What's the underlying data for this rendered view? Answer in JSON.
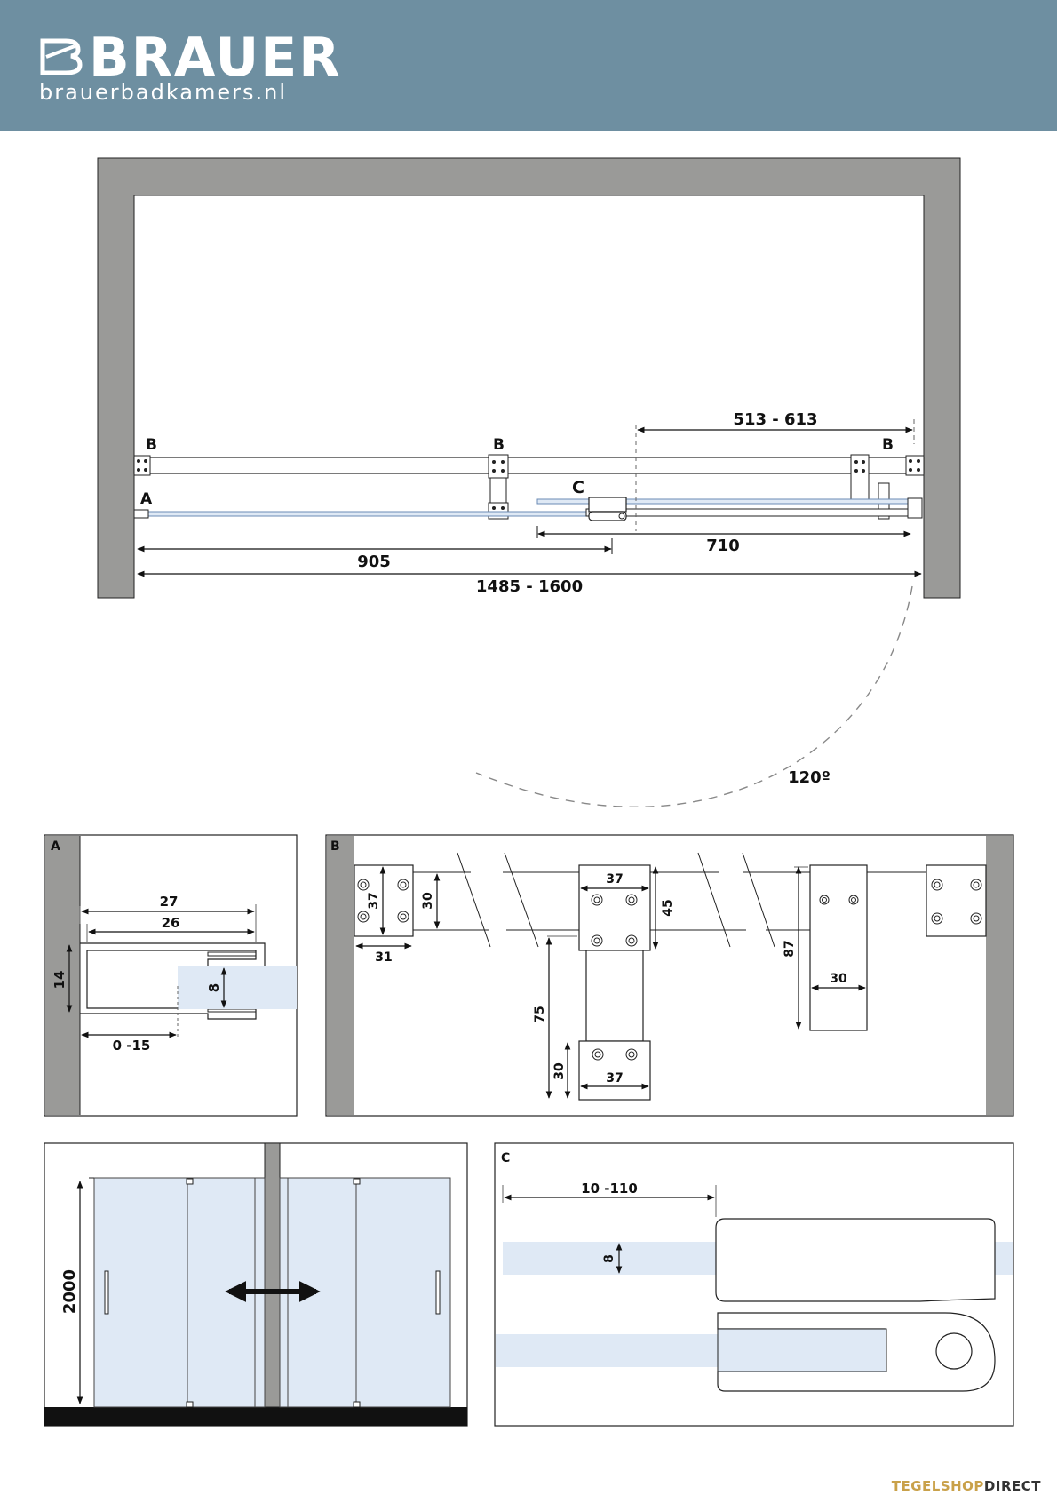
{
  "header": {
    "brand_name": "BRAUER",
    "brand_url": "brauerbadkamers.nl",
    "bg_color": "#6e8fa1"
  },
  "plan": {
    "label_b_left": "B",
    "label_b_mid": "B",
    "label_b_right": "B",
    "label_a": "A",
    "label_c": "C",
    "dim_door_range": "513 - 613",
    "dim_panel": "905",
    "dim_door": "710",
    "dim_total": "1485 - 1600",
    "swing_angle": "120º"
  },
  "detail_a": {
    "title": "A",
    "dim_27": "27",
    "dim_26": "26",
    "dim_14": "14",
    "dim_8": "8",
    "dim_adjust": "0 -15"
  },
  "detail_b": {
    "title": "B",
    "dim_37_left": "37",
    "dim_30_left": "30",
    "dim_31": "31",
    "dim_37_top": "37",
    "dim_45": "45",
    "dim_75": "75",
    "dim_30_bottom": "30",
    "dim_37_bottom": "37",
    "dim_87": "87",
    "dim_30_right": "30"
  },
  "elevation": {
    "dim_height": "2000"
  },
  "detail_c": {
    "title": "C",
    "dim_offset": "10 -110",
    "dim_8": "8"
  },
  "footer": {
    "brand_part1": "TEGELSHOP",
    "brand_part2": "DIRECT"
  },
  "colors": {
    "wall": "#9a9a98",
    "glass": "#dfe9f5",
    "line": "#111111"
  }
}
